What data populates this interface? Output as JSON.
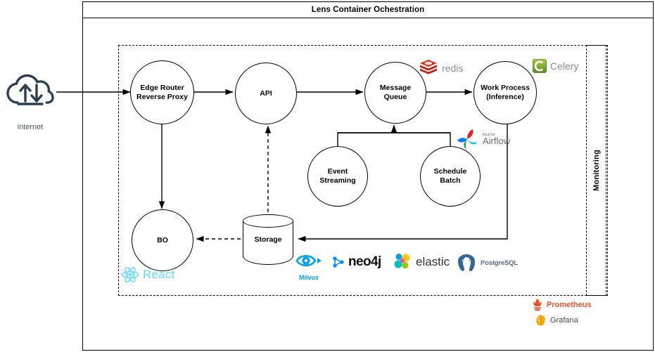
{
  "window": {
    "title": "Lens Container Ochestration"
  },
  "external": {
    "cloud_icon": "cloud-upload-download-icon",
    "label": "internet"
  },
  "groups": {
    "main_cluster": "container-cluster-boundary",
    "monitoring": {
      "label": "Monitoring"
    }
  },
  "nodes": [
    {
      "id": "edge-router",
      "label_line1": "Edge Router",
      "label_line2": "Reverse Proxy",
      "shape": "circle"
    },
    {
      "id": "api",
      "label_line1": "API",
      "label_line2": "",
      "shape": "circle"
    },
    {
      "id": "message-queue",
      "label_line1": "Message",
      "label_line2": "Queue",
      "shape": "circle"
    },
    {
      "id": "work-process",
      "label_line1": "Work Process",
      "label_line2": "(Inference)",
      "shape": "circle"
    },
    {
      "id": "event-streaming",
      "label_line1": "Event",
      "label_line2": "Streaming",
      "shape": "circle"
    },
    {
      "id": "schedule-batch",
      "label_line1": "Schedule",
      "label_line2": "Batch",
      "shape": "circle"
    },
    {
      "id": "bo",
      "label_line1": "BO",
      "label_line2": "",
      "shape": "circle"
    },
    {
      "id": "storage",
      "label_line1": "Storage",
      "label_line2": "",
      "shape": "cylinder"
    }
  ],
  "technologies": {
    "redis": {
      "label": "redis",
      "color": "#d82c20",
      "attached_to": "message-queue"
    },
    "celery": {
      "label": "Celery",
      "color": "#7fb53f",
      "attached_to": "work-process"
    },
    "airflow": {
      "label": "Airflow",
      "superscript": "Apache",
      "color": "#017cee",
      "attached_to": "schedule-batch"
    },
    "react": {
      "label": "React",
      "color": "#61dafb",
      "attached_to": "bo"
    },
    "milvus": {
      "label": "Milvus",
      "color": "#00a1ea",
      "attached_to": "storage"
    },
    "neo4j": {
      "label": "neo4j",
      "color": "#018bff",
      "attached_to": "storage"
    },
    "elastic": {
      "label": "elastic",
      "color": "#fec514",
      "attached_to": "storage"
    },
    "postgresql": {
      "label": "PostgreSQL",
      "color": "#336791",
      "attached_to": "storage"
    },
    "prometheus": {
      "label": "Prometheus",
      "color": "#e6522c",
      "attached_to": "monitoring"
    },
    "grafana": {
      "label": "Grafana",
      "color": "#f46800",
      "attached_to": "monitoring"
    }
  },
  "edges": [
    {
      "from": "internet",
      "to": "edge-router",
      "style": "solid"
    },
    {
      "from": "edge-router",
      "to": "api",
      "style": "solid"
    },
    {
      "from": "api",
      "to": "message-queue",
      "style": "solid"
    },
    {
      "from": "message-queue",
      "to": "work-process",
      "style": "solid"
    },
    {
      "from": "event-streaming",
      "to": "message-queue",
      "style": "solid"
    },
    {
      "from": "schedule-batch",
      "to": "message-queue",
      "style": "solid"
    },
    {
      "from": "edge-router",
      "to": "bo",
      "style": "solid"
    },
    {
      "from": "work-process",
      "to": "storage",
      "style": "solid"
    },
    {
      "from": "storage",
      "to": "bo",
      "style": "dashed"
    },
    {
      "from": "storage",
      "to": "api",
      "style": "dashed"
    }
  ]
}
